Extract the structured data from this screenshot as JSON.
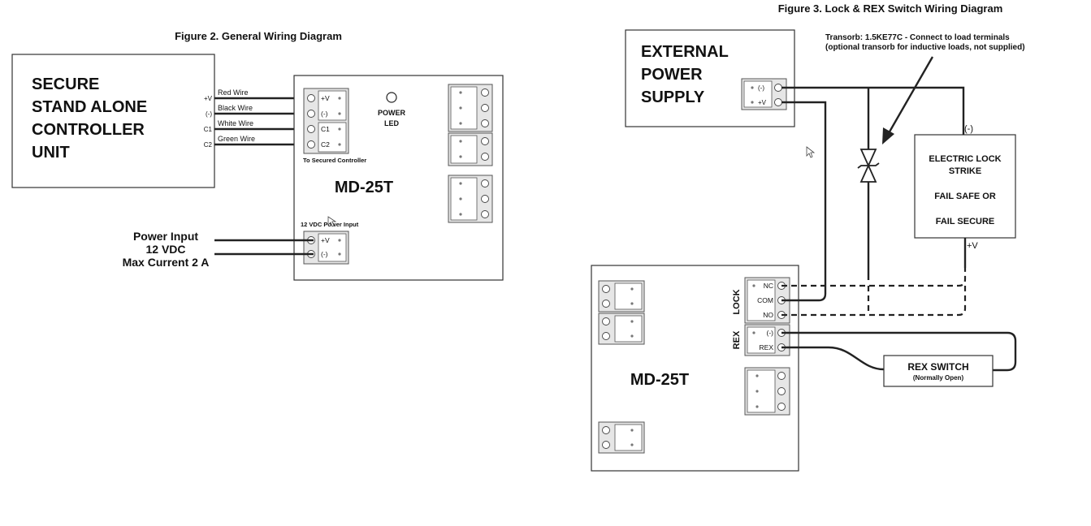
{
  "figure2": {
    "title": "Figure 2. General Wiring Diagram",
    "controller_lines": [
      "SECURE",
      "STAND ALONE",
      "CONTROLLER",
      "UNIT"
    ],
    "side_labels": [
      "+V",
      "(-)",
      "C1",
      "C2"
    ],
    "wires": [
      "Red Wire",
      "Black Wire",
      "White Wire",
      "Green Wire"
    ],
    "terminal_labels": [
      "+V",
      "(-)",
      "C1",
      "C2"
    ],
    "to_controller": "To Secured Controller",
    "power_led": [
      "POWER",
      "LED"
    ],
    "model": "MD-25T",
    "power_input_label": "12 VDC Power Input",
    "power_terminal_labels": [
      "+V",
      "(-)"
    ],
    "power_text": [
      "Power Input",
      "12 VDC",
      "Max Current 2 A"
    ]
  },
  "figure3": {
    "title": "Figure 3. Lock & REX Switch Wiring Diagram",
    "psu_lines": [
      "EXTERNAL",
      "POWER",
      "SUPPLY"
    ],
    "psu_terminals": [
      "(-)",
      "+V"
    ],
    "transorb_lines": [
      "Transorb: 1.5KE77C - Connect to load terminals",
      "(optional transorb for inductive loads, not supplied)"
    ],
    "lock_lines": [
      "ELECTRIC LOCK",
      "STRIKE",
      "FAIL SAFE OR",
      "FAIL SECURE"
    ],
    "lock_minus": "(-)",
    "lock_plus": "+V",
    "lock_group": "LOCK",
    "lock_terminals": [
      "NC",
      "COM",
      "NO"
    ],
    "rex_group": "REX",
    "rex_terminals": [
      "(-)",
      "REX"
    ],
    "model": "MD-25T",
    "rex_switch": "REX SWITCH",
    "rex_switch_sub": "(Normally Open)"
  }
}
